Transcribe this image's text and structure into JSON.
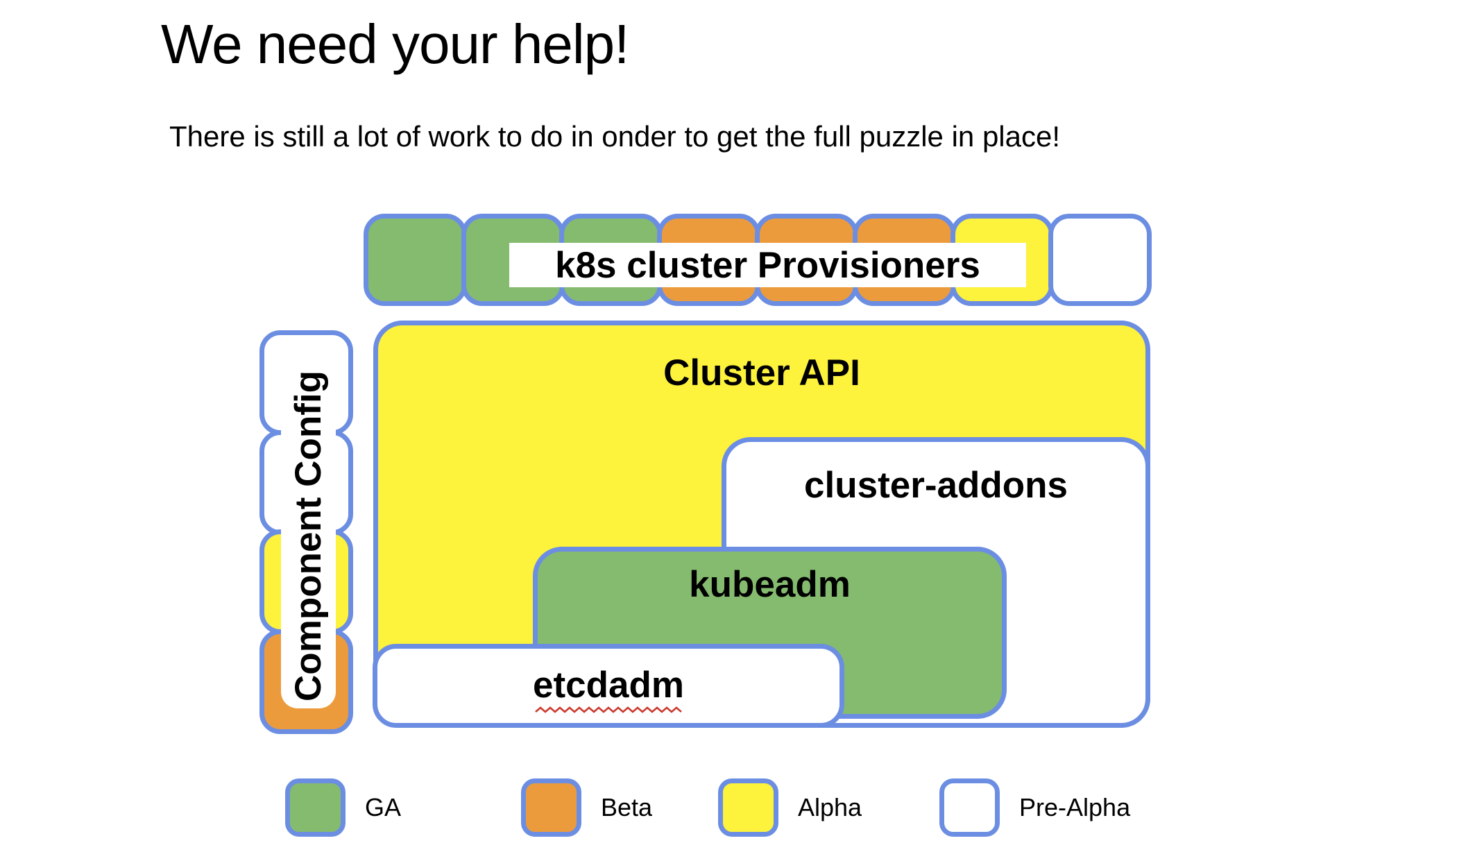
{
  "page": {
    "title": "We need your help!",
    "subtitle": "There is still a lot of work to do in onder to get the full puzzle in place!"
  },
  "colors": {
    "green": "#85BB6E",
    "orange": "#EC9B3C",
    "yellow": "#FDF23C",
    "white": "#FFFFFF",
    "border": "#6C8EE2",
    "squiggle": "#CC3B2F",
    "text": "#000000"
  },
  "provisioners": {
    "label": "k8s cluster Provisioners",
    "pieces": [
      "green",
      "green",
      "green",
      "orange",
      "orange",
      "orange",
      "yellow",
      "white"
    ]
  },
  "component_config": {
    "label": "Component Config",
    "pieces": [
      "white",
      "white",
      "yellow",
      "orange"
    ]
  },
  "boxes": {
    "cluster_api": {
      "label": "Cluster API",
      "color": "yellow"
    },
    "cluster_addons": {
      "label": "cluster-addons",
      "color": "white"
    },
    "kubeadm": {
      "label": "kubeadm",
      "color": "green"
    },
    "etcdadm": {
      "label": "etcdadm",
      "color": "white",
      "spellcheck_underline": true
    }
  },
  "legend": {
    "items": [
      {
        "label": "GA",
        "color": "green"
      },
      {
        "label": "Beta",
        "color": "orange"
      },
      {
        "label": "Alpha",
        "color": "yellow"
      },
      {
        "label": "Pre-Alpha",
        "color": "white"
      }
    ]
  }
}
